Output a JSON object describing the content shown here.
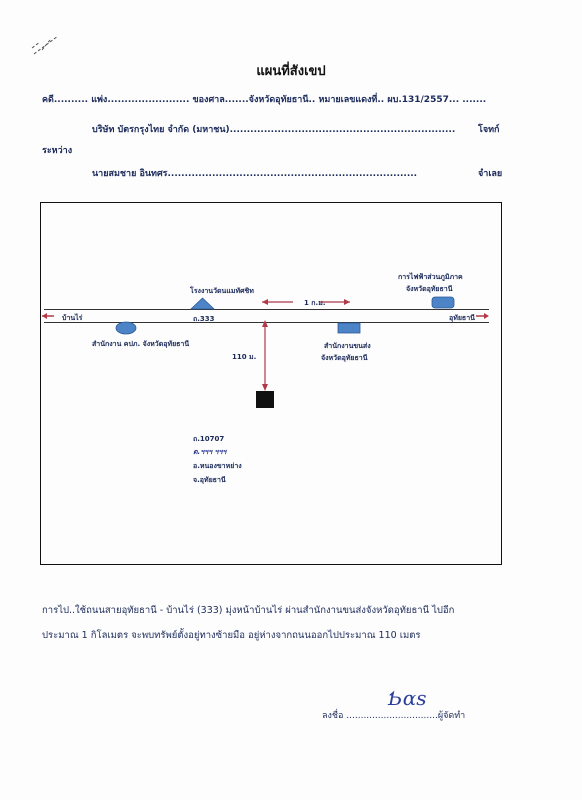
{
  "title": "แผนที่สังเขป",
  "header": {
    "line1": "คดี.......... แพ่ง........................ ของศาล.......จังหวัดอุทัยธานี.. หมายเลขแดงที่.. ผบ.131/2557... .......",
    "plaintiff": "บริษัท  บัตรกรุงไทย  จำกัด  (มหาชน)..................................................................",
    "plaintiff_role": "โจทก์",
    "between": "ระหว่าง",
    "defendant": "นายสมชาย   อินทศร.........................................................................",
    "defendant_role": "จำเลย"
  },
  "map": {
    "factory": "โรงงานวัดนแมทัศชิท",
    "road_333": "ถ.333",
    "distance": "1 ก.ม.",
    "left_direction": "บ้านไร่",
    "right_direction": "อุทัยธานี",
    "pea_line1": "การไฟฟ้าส่วนภูมิภาค",
    "pea_line2": "จังหวัดอุทัยธานี",
    "cdd_office": "สำนักงาน คปภ. จังหวัดอุทัยธานี",
    "transport_line1": "สำนักงานขนส่ง",
    "transport_line2": "จังหวัดอุทัยธานี",
    "distance_110": "110 ม.",
    "road_10707": "ถ.10707",
    "handwritten_subdistrict": "ต.ฯฯฯ ฯฯฯ",
    "district": "อ.หนองขาหย่าง",
    "province": "จ.อุทัยธานี"
  },
  "footer": {
    "line1": "การไป..ใช้ถนนสายอุทัยธานี - บ้านไร่ (333)  มุ่งหน้าบ้านไร่ ผ่านสำนักงานขนส่งจังหวัดอุทัยธานี ไปอีก",
    "line2": "ประมาณ 1 กิโลเมตร จะพบทรัพย์ตั้งอยู่ทางซ้ายมือ อยู่ห่างจากถนนออกไปประมาณ 110 เมตร",
    "sign_label": "ลงชื่อ ................................ผู้จัดทำ",
    "signature": "Ƅɑs"
  },
  "colors": {
    "ink": "#1b2a5a",
    "shape_blue": "#4d84c8",
    "arrow_red": "#b03a48",
    "black_box": "#111111"
  }
}
